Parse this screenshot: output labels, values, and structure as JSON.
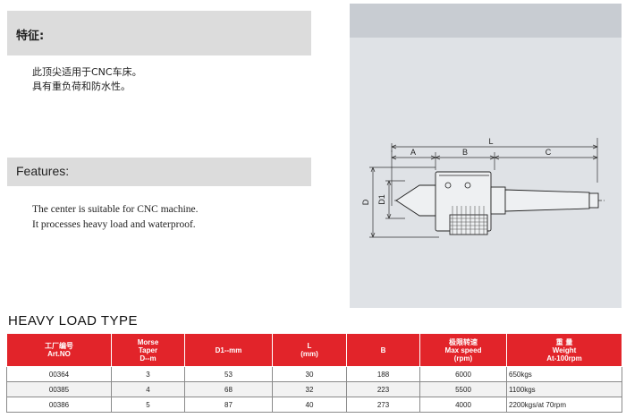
{
  "features_cn": {
    "heading": "特征:",
    "lines": [
      "此顶尖适用于CNC车床。",
      "具有重负荷和防水性。"
    ]
  },
  "features_en": {
    "heading": "Features:",
    "lines": [
      "The center is suitable for CNC machine.",
      "It processes heavy load and waterproof."
    ]
  },
  "drawing": {
    "labels": {
      "A": "A",
      "B": "B",
      "C": "C",
      "L": "L",
      "D": "D",
      "D1": "D1"
    }
  },
  "table": {
    "section_title": "HEAVY LOAD TYPE",
    "headers": [
      [
        "工厂编号",
        "Art.NO"
      ],
      [
        "Morse",
        "Taper",
        "D--m"
      ],
      [
        "D1--mm"
      ],
      [
        "L",
        "(mm)"
      ],
      [
        "B"
      ],
      [
        "极限转速",
        "Max speed",
        "(rpm)"
      ],
      [
        "重  量",
        "Weight",
        "At-100rpm"
      ]
    ],
    "rows": [
      [
        "00364",
        "3",
        "53",
        "30",
        "188",
        "6000",
        "650kgs"
      ],
      [
        "00385",
        "4",
        "68",
        "32",
        "223",
        "5500",
        "1100kgs"
      ],
      [
        "00386",
        "5",
        "87",
        "40",
        "273",
        "4000",
        "2200kgs/at 70rpm"
      ]
    ]
  }
}
